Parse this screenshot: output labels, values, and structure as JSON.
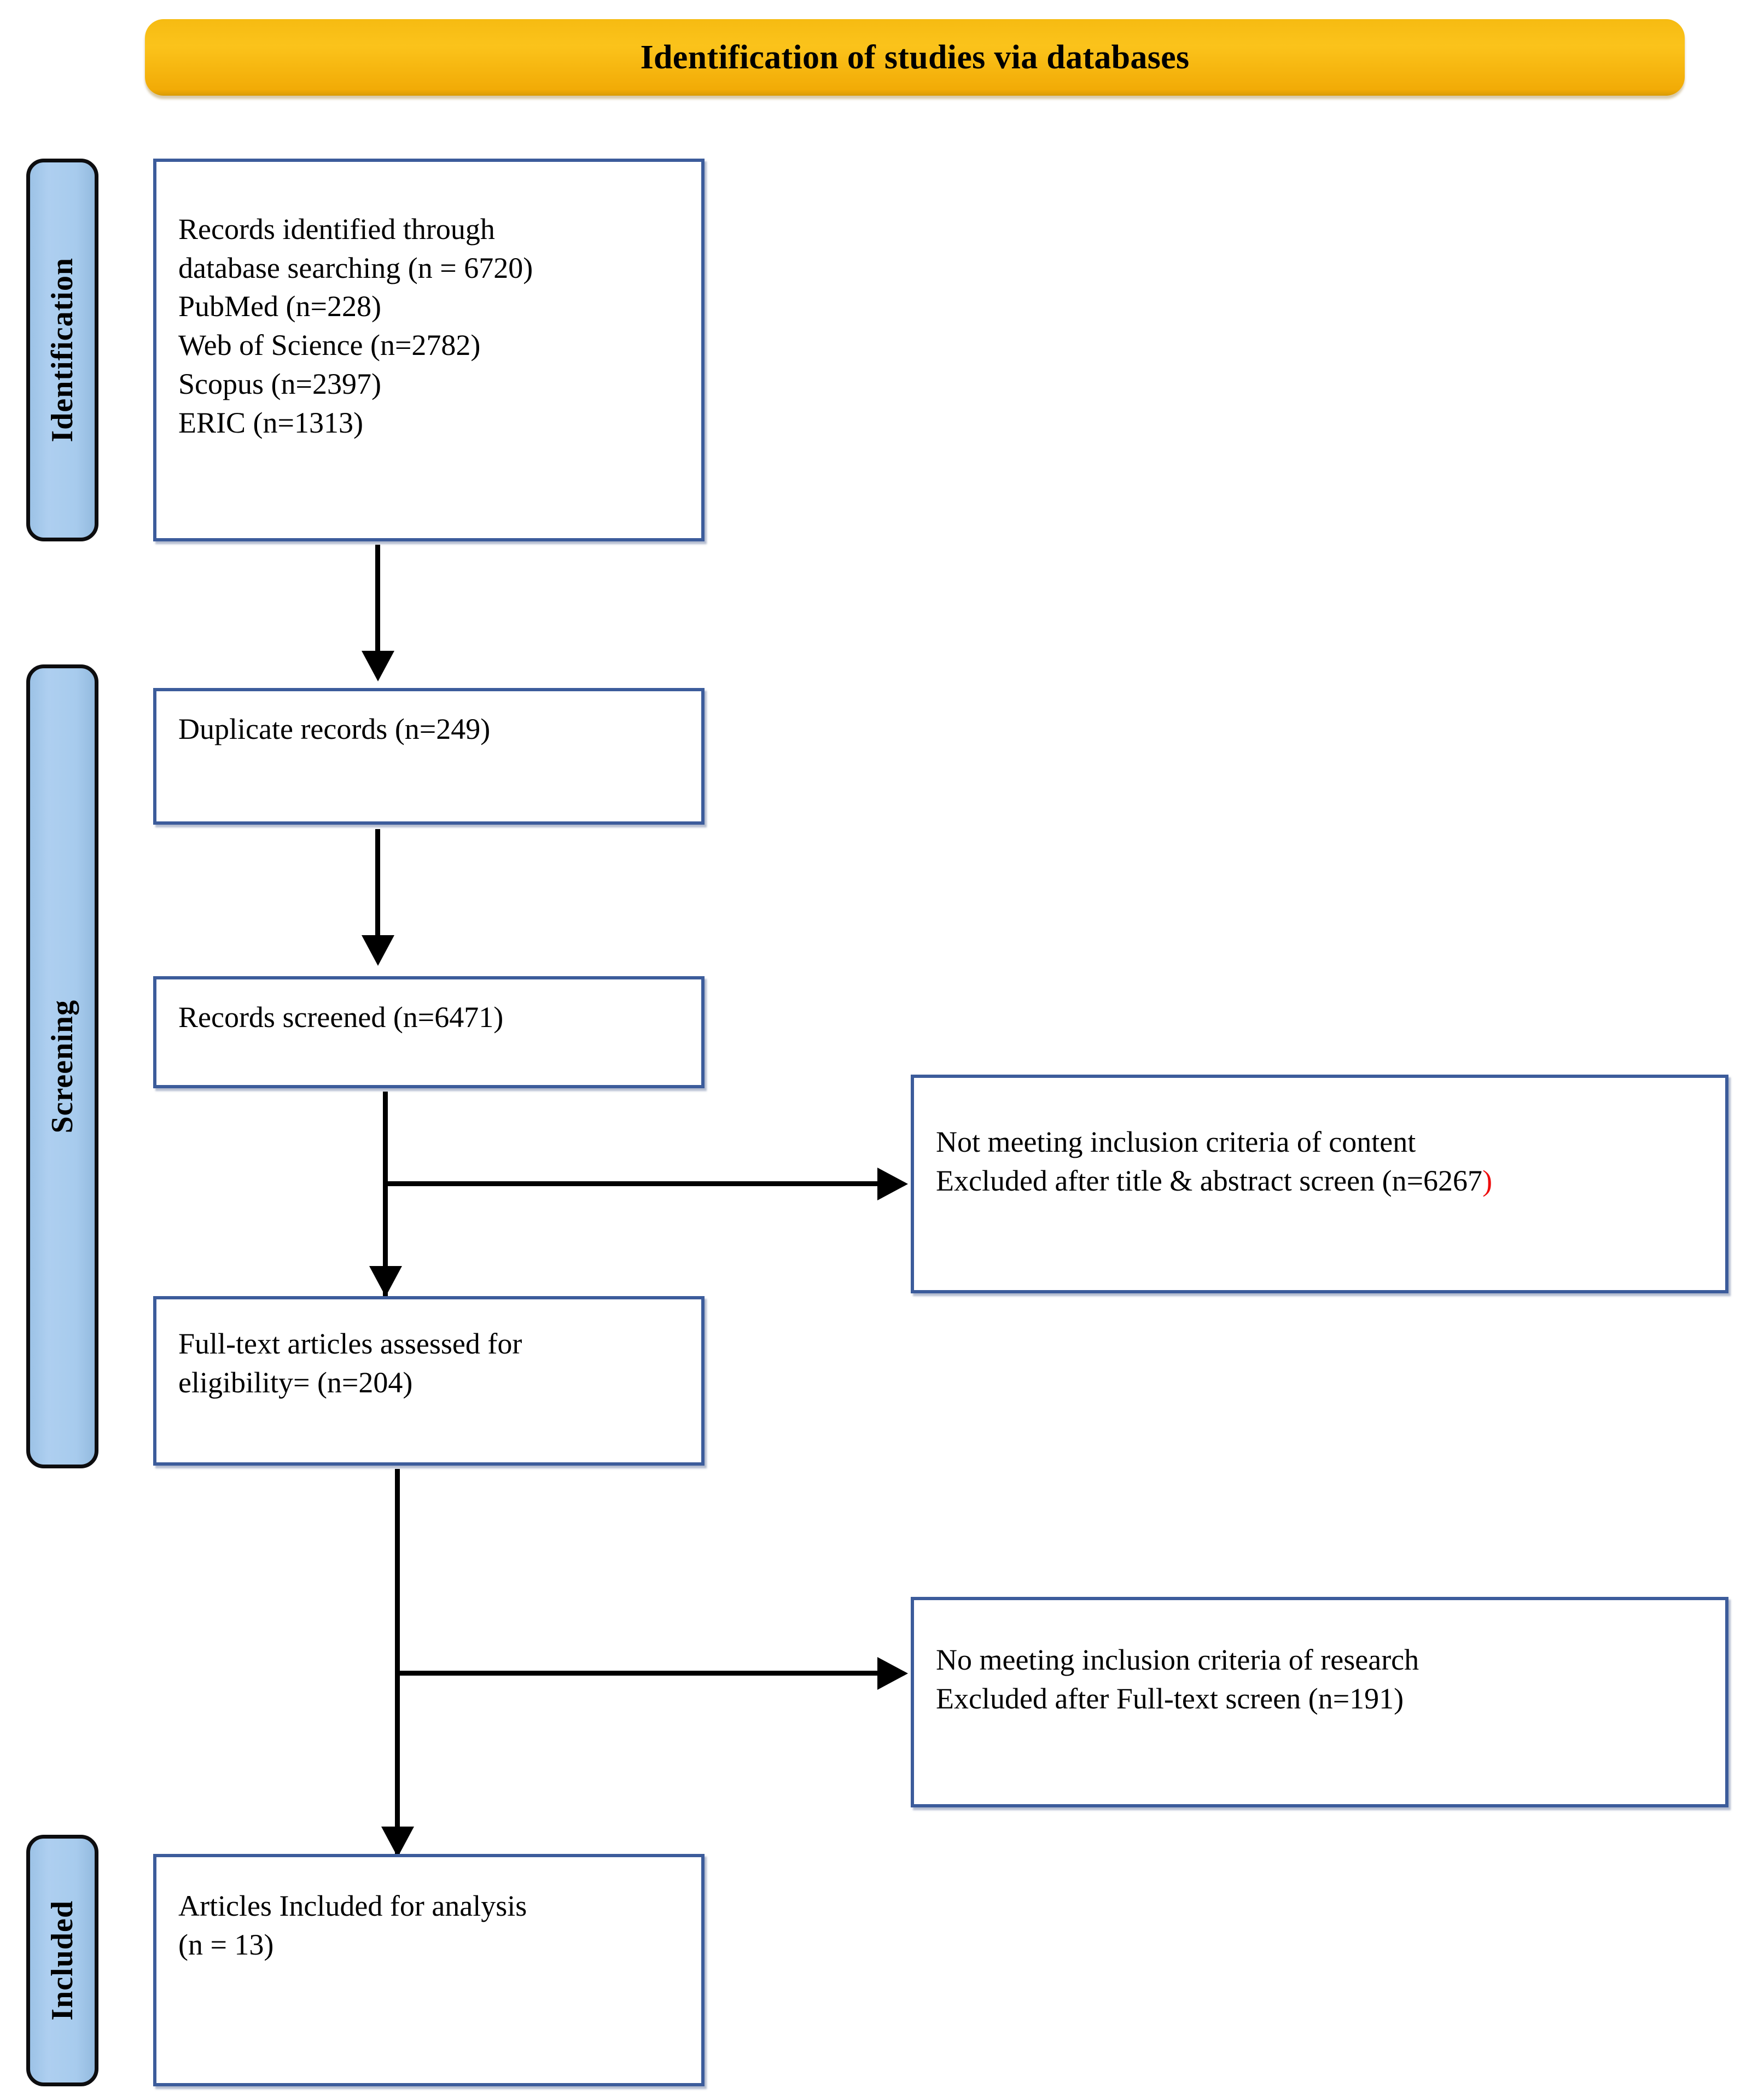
{
  "banner": {
    "title": "Identification of studies via databases",
    "color": "#f5b914"
  },
  "stages": [
    {
      "id": "identification",
      "label": "Identification"
    },
    {
      "id": "screening",
      "label": "Screening"
    },
    {
      "id": "included",
      "label": "Included"
    }
  ],
  "theme": {
    "box_border": "#3c5c9b",
    "stage_tab_fill": "#a7cbed",
    "stage_tab_border": "#0d0d0f",
    "connector": "#000000",
    "highlight_red": "#ee0d0d"
  },
  "boxes": {
    "identified": {
      "lines": [
        "Records identified through",
        "database searching (n = 6720)",
        "PubMed (n=228)",
        "Web of Science (n=2782)",
        "Scopus (n=2397)",
        "ERIC (n=1313)"
      ]
    },
    "duplicates": {
      "lines": [
        "Duplicate records (n=249)"
      ]
    },
    "screened": {
      "lines": [
        "Records screened (n=6471)"
      ]
    },
    "excluded_title_abstract": {
      "lines": [
        "Not meeting inclusion criteria of content"
      ],
      "line2_black": "Excluded after title & abstract screen (n=6267",
      "line2_red": ")"
    },
    "fulltext": {
      "lines": [
        "Full-text articles assessed for",
        "eligibility= (n=204)"
      ]
    },
    "excluded_fulltext": {
      "lines": [
        "No meeting inclusion criteria of research",
        "Excluded after Full-text screen (n=191)"
      ]
    },
    "included": {
      "lines": [
        "Articles Included for analysis",
        "(n = 13)"
      ]
    }
  },
  "counts": {
    "records_identified_total": 6720,
    "pubmed": 228,
    "web_of_science": 2782,
    "scopus": 2397,
    "eric": 1313,
    "duplicate_records": 249,
    "records_screened": 6471,
    "excluded_title_abstract": 6267,
    "fulltext_assessed": 204,
    "excluded_fulltext": 191,
    "articles_included": 13
  }
}
